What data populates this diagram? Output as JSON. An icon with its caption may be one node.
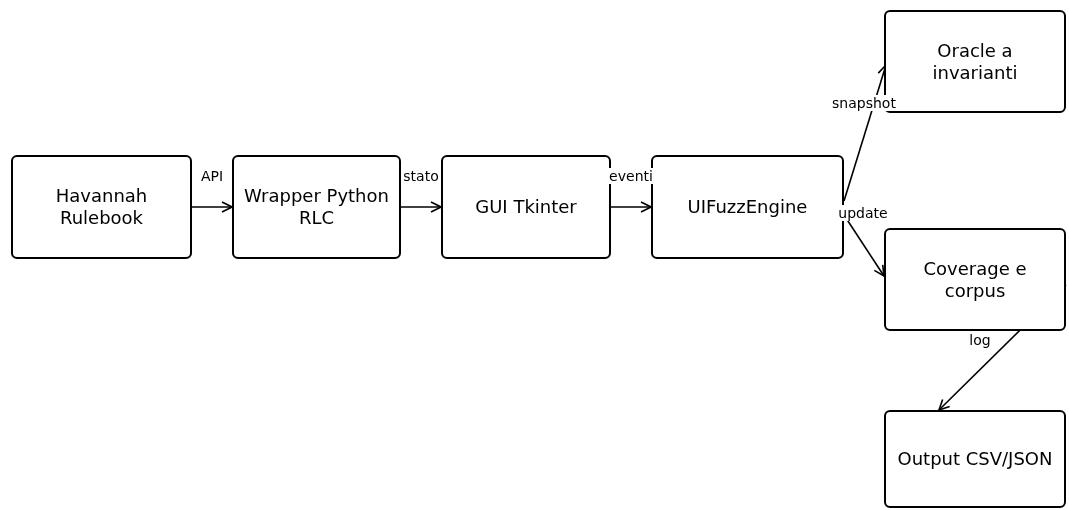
{
  "diagram": {
    "nodes": [
      {
        "text": [
          "Havannah Rulebook"
        ]
      },
      {
        "text": [
          "Wrapper Python RLC"
        ]
      },
      {
        "text": [
          "GUI Tkinter"
        ]
      },
      {
        "text": [
          "UIFuzzEngine"
        ]
      },
      {
        "text": [
          "Oracle a invarianti"
        ]
      },
      {
        "text": [
          "Coverage e corpus"
        ]
      },
      {
        "text": [
          "Output CSV/JSON"
        ]
      }
    ],
    "edges": [
      {
        "from": 0,
        "to": 1,
        "arrow": "to",
        "label": "API"
      },
      {
        "from": 1,
        "to": 2,
        "arrow": "to",
        "label": "stato"
      },
      {
        "from": 2,
        "to": 3,
        "arrow": "to",
        "label": "eventi"
      },
      {
        "from": 3,
        "to": 4,
        "arrow": "to",
        "label": "snapshot"
      },
      {
        "from": 3,
        "to": 5,
        "arrow": "to",
        "label": "update"
      },
      {
        "from": 5,
        "to": 6,
        "arrow": "to",
        "label": "log"
      }
    ]
  }
}
